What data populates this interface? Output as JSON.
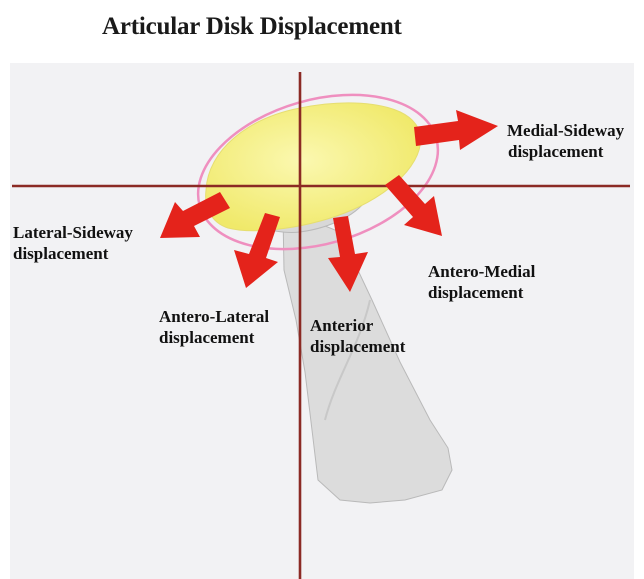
{
  "title": "Articular Disk Displacement",
  "labels": {
    "medial_sideway": {
      "line1": "Medial-Sideway",
      "line2": "displacement"
    },
    "lateral_sideway": {
      "line1": "Lateral-Sideway",
      "line2": "displacement"
    },
    "antero_medial": {
      "line1": "Antero-Medial",
      "line2": "displacement"
    },
    "antero_lateral": {
      "line1": "Antero-Lateral",
      "line2": "displacement"
    },
    "anterior": {
      "line1": "Anterior",
      "line2": "displacement"
    }
  },
  "colors": {
    "axis": "#8b2a24",
    "arrow": "#e4231b",
    "disk_fill": "#f4ef7e",
    "disk_outline": "#ef8fbf",
    "condyle": "#dcdcdc",
    "background": "#f2f2f4"
  }
}
